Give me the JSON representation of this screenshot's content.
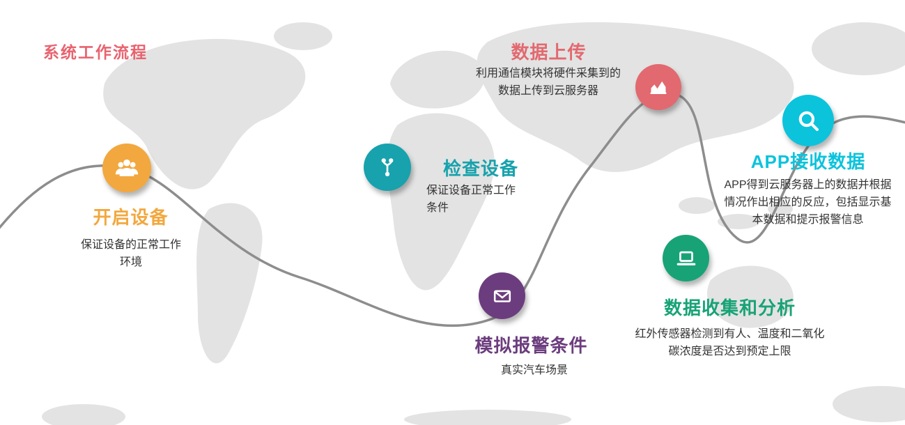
{
  "title": "系统工作流程",
  "colors": {
    "title": "#E8636F",
    "curve": "#8D8D8D",
    "map": "#E3E3E3",
    "body_text": "#333333"
  },
  "nodes": [
    {
      "id": "power-on-device",
      "label": "开启设备",
      "description": "保证设备的正常工作\n环境",
      "color": "#F2A83E",
      "icon": "team-icon"
    },
    {
      "id": "check-device",
      "label": "检查设备",
      "description": "保证设备正常工作\n条件",
      "color": "#17A2AD",
      "icon": "branch-icon"
    },
    {
      "id": "data-upload",
      "label": "数据上传",
      "description": "利用通信模块将硬件采集到的\n数据上传到云服务器",
      "color": "#E2696F",
      "icon": "chart-icon"
    },
    {
      "id": "simulate-alarm",
      "label": "模拟报警条件",
      "description": "真实汽车场景",
      "color": "#6C3D7E",
      "icon": "mail-icon"
    },
    {
      "id": "data-collect-analyze",
      "label": "数据收集和分析",
      "description": "红外传感器检测到有人、温度和二氧化\n碳浓度是否达到预定上限",
      "color": "#17A376",
      "icon": "laptop-icon"
    },
    {
      "id": "app-receive-data",
      "label": "APP接收数据",
      "description": "APP得到云服务器上的数据并根据\n情况作出相应的反应，包括显示基\n本数据和提示报警信息",
      "color": "#0CC3DC",
      "icon": "search-icon"
    }
  ]
}
